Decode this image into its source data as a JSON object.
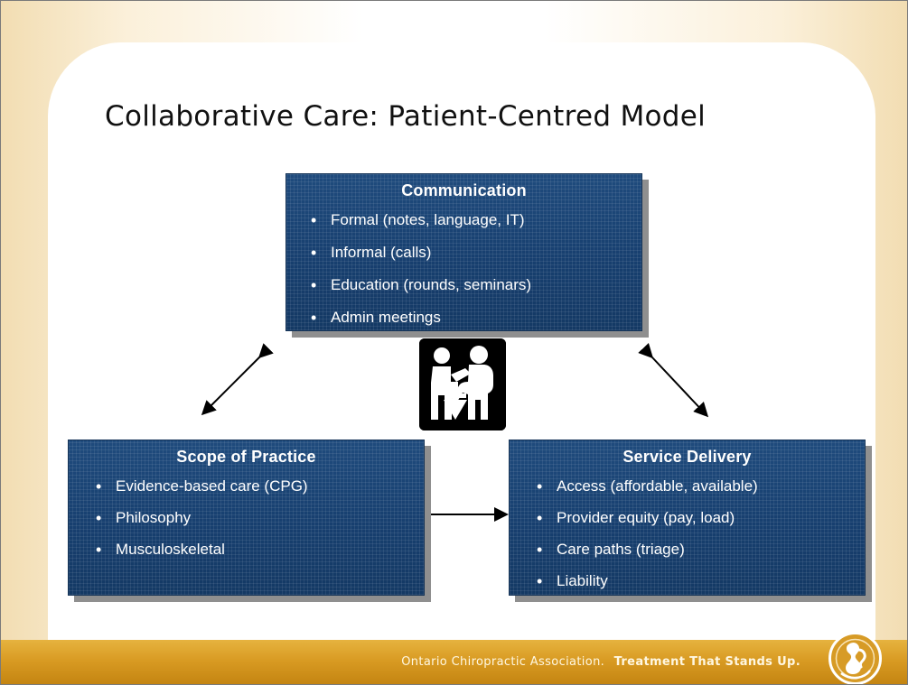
{
  "slide": {
    "title": "Collaborative Care: Patient-Centred Model",
    "footer": {
      "organization": "Ontario Chiropractic Association.",
      "tagline": "Treatment That Stands Up."
    },
    "logo_icon": "ontario-chiropractic-logo-icon",
    "center_icon": "patient-care-icon",
    "colors": {
      "box_blue": "#173f6f",
      "footer_gold": "#d89a22",
      "title_text": "#111111"
    }
  },
  "boxes": {
    "communication": {
      "title": "Communication",
      "items": [
        "Formal (notes, language, IT)",
        "Informal (calls)",
        "Education (rounds, seminars)",
        "Admin meetings"
      ]
    },
    "scope": {
      "title": "Scope of Practice",
      "items": [
        "Evidence-based care (CPG)",
        "Philosophy",
        "Musculoskeletal"
      ]
    },
    "service": {
      "title": "Service Delivery",
      "items": [
        "Access (affordable, available)",
        "Provider equity (pay, load)",
        "Care paths (triage)",
        "Liability"
      ]
    }
  },
  "connectors": [
    "communication-scope-link",
    "communication-service-link",
    "scope-service-link"
  ]
}
